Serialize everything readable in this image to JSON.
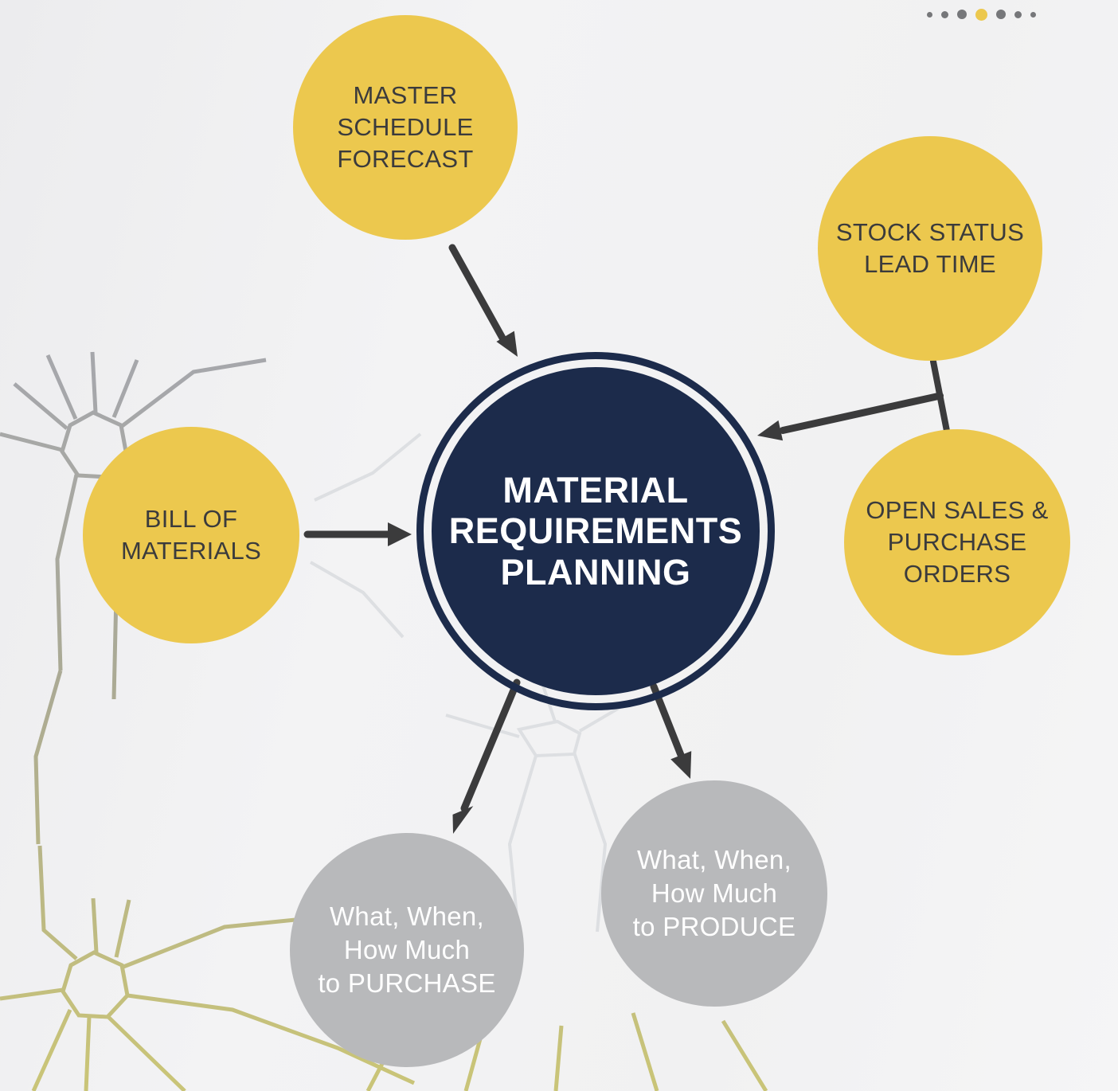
{
  "colors": {
    "background": "#F1F1F2",
    "accent_yellow": "#ECC84E",
    "navy": "#1C2B4B",
    "gray_node": "#B8B9BB",
    "arrow": "#3B3B3C",
    "dark_text": "#3B3B3C",
    "light_text": "#FFFFFF",
    "dot_gray": "#76777A"
  },
  "pagination": {
    "dots": [
      {
        "size": 7,
        "active": false
      },
      {
        "size": 9,
        "active": false
      },
      {
        "size": 12,
        "active": false
      },
      {
        "size": 15,
        "active": true
      },
      {
        "size": 12,
        "active": false
      },
      {
        "size": 9,
        "active": false
      },
      {
        "size": 7,
        "active": false
      }
    ]
  },
  "diagram": {
    "center": {
      "label": "MATERIAL\nREQUIREMENTS\nPLANNING"
    },
    "inputs": [
      {
        "id": "master-schedule-forecast",
        "label": "MASTER\nSCHEDULE\nFORECAST"
      },
      {
        "id": "stock-status-lead-time",
        "label": "STOCK STATUS\nLEAD TIME"
      },
      {
        "id": "bill-of-materials",
        "label": "BILL OF\nMATERIALS"
      },
      {
        "id": "open-sales-purchase-orders",
        "label": "OPEN SALES &\nPURCHASE\nORDERS"
      }
    ],
    "outputs": [
      {
        "id": "purchase",
        "label": "What, When,\nHow Much\nto PURCHASE"
      },
      {
        "id": "produce",
        "label": "What, When,\nHow Much\nto PRODUCE"
      }
    ]
  }
}
